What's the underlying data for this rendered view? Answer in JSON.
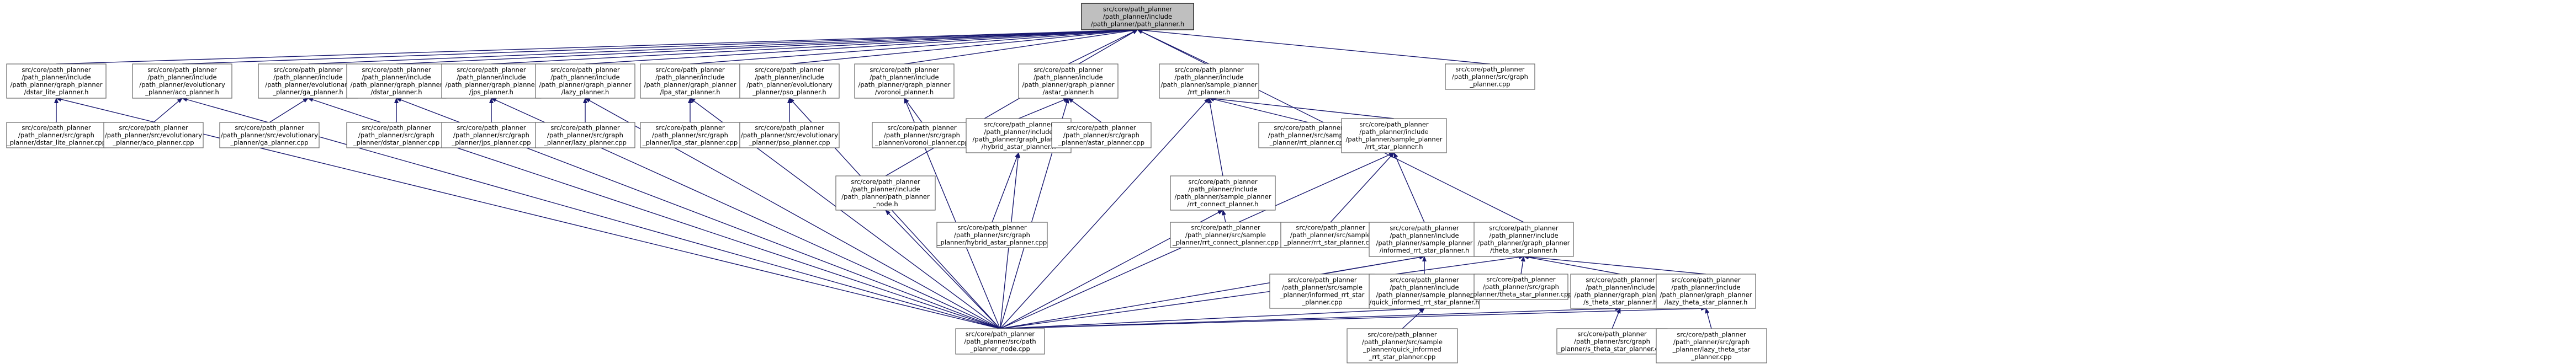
{
  "colors": {
    "edge": "#191970",
    "node_border": "#666666",
    "root_fill": "#bfbfbf",
    "node_fill": "#ffffff"
  },
  "nodes": {
    "root": [
      "src/core/path_planner",
      "/path_planner/include",
      "/path_planner/path_planner.h"
    ],
    "dstar_lite_h": [
      "src/core/path_planner",
      "/path_planner/include",
      "/path_planner/graph_planner",
      "/dstar_lite_planner.h"
    ],
    "aco_h": [
      "src/core/path_planner",
      "/path_planner/include",
      "/path_planner/evolutionary",
      "_planner/aco_planner.h"
    ],
    "ga_h": [
      "src/core/path_planner",
      "/path_planner/include",
      "/path_planner/evolutionary",
      "_planner/ga_planner.h"
    ],
    "dstar_h": [
      "src/core/path_planner",
      "/path_planner/include",
      "/path_planner/graph_planner",
      "/dstar_planner.h"
    ],
    "jps_h": [
      "src/core/path_planner",
      "/path_planner/include",
      "/path_planner/graph_planner",
      "/jps_planner.h"
    ],
    "lazy_h": [
      "src/core/path_planner",
      "/path_planner/include",
      "/path_planner/graph_planner",
      "/lazy_planner.h"
    ],
    "lpa_h": [
      "src/core/path_planner",
      "/path_planner/include",
      "/path_planner/graph_planner",
      "/lpa_star_planner.h"
    ],
    "pso_h": [
      "src/core/path_planner",
      "/path_planner/include",
      "/path_planner/evolutionary",
      "_planner/pso_planner.h"
    ],
    "voronoi_h": [
      "src/core/path_planner",
      "/path_planner/include",
      "/path_planner/graph_planner",
      "/voronoi_planner.h"
    ],
    "astar_h": [
      "src/core/path_planner",
      "/path_planner/include",
      "/path_planner/graph_planner",
      "/astar_planner.h"
    ],
    "rrt_h": [
      "src/core/path_planner",
      "/path_planner/include",
      "/path_planner/sample_planner",
      "/rrt_planner.h"
    ],
    "graph_planner_cpp": [
      "src/core/path_planner",
      "/path_planner/src/graph",
      "_planner.cpp"
    ],
    "dstar_lite_cpp": [
      "src/core/path_planner",
      "/path_planner/src/graph",
      "_planner/dstar_lite_planner.cpp"
    ],
    "aco_cpp": [
      "src/core/path_planner",
      "/path_planner/src/evolutionary",
      "_planner/aco_planner.cpp"
    ],
    "ga_cpp": [
      "src/core/path_planner",
      "/path_planner/src/evolutionary",
      "_planner/ga_planner.cpp"
    ],
    "dstar_cpp": [
      "src/core/path_planner",
      "/path_planner/src/graph",
      "_planner/dstar_planner.cpp"
    ],
    "jps_cpp": [
      "src/core/path_planner",
      "/path_planner/src/graph",
      "_planner/jps_planner.cpp"
    ],
    "lazy_cpp": [
      "src/core/path_planner",
      "/path_planner/src/graph",
      "_planner/lazy_planner.cpp"
    ],
    "lpa_cpp": [
      "src/core/path_planner",
      "/path_planner/src/graph",
      "_planner/lpa_star_planner.cpp"
    ],
    "pso_cpp": [
      "src/core/path_planner",
      "/path_planner/src/evolutionary",
      "_planner/pso_planner.cpp"
    ],
    "voronoi_cpp": [
      "src/core/path_planner",
      "/path_planner/src/graph",
      "_planner/voronoi_planner.cpp"
    ],
    "hybrid_h": [
      "src/core/path_planner",
      "/path_planner/include",
      "/path_planner/graph_planner",
      "/hybrid_astar_planner.h"
    ],
    "astar_cpp": [
      "src/core/path_planner",
      "/path_planner/src/graph",
      "_planner/astar_planner.cpp"
    ],
    "rrt_cpp": [
      "src/core/path_planner",
      "/path_planner/src/sample",
      "_planner/rrt_planner.cpp"
    ],
    "rrt_star_h": [
      "src/core/path_planner",
      "/path_planner/include",
      "/path_planner/sample_planner",
      "/rrt_star_planner.h"
    ],
    "rrt_connect_h": [
      "src/core/path_planner",
      "/path_planner/include",
      "/path_planner/sample_planner",
      "/rrt_connect_planner.h"
    ],
    "path_planner_node_h": [
      "src/core/path_planner",
      "/path_planner/include",
      "/path_planner/path_planner",
      "_node.h"
    ],
    "hybrid_cpp": [
      "src/core/path_planner",
      "/path_planner/src/graph",
      "_planner/hybrid_astar_planner.cpp"
    ],
    "rrt_connect_cpp": [
      "src/core/path_planner",
      "/path_planner/src/sample",
      "_planner/rrt_connect_planner.cpp"
    ],
    "rrt_star_cpp": [
      "src/core/path_planner",
      "/path_planner/src/sample",
      "_planner/rrt_star_planner.cpp"
    ],
    "informed_h": [
      "src/core/path_planner",
      "/path_planner/include",
      "/path_planner/sample_planner",
      "/informed_rrt_star_planner.h"
    ],
    "theta_h": [
      "src/core/path_planner",
      "/path_planner/include",
      "/path_planner/graph_planner",
      "/theta_star_planner.h"
    ],
    "informed_cpp": [
      "src/core/path_planner",
      "/path_planner/src/sample",
      "_planner/informed_rrt_star",
      "_planner.cpp"
    ],
    "quick_h": [
      "src/core/path_planner",
      "/path_planner/include",
      "/path_planner/sample_planner",
      "/quick_informed_rrt_star_planner.h"
    ],
    "theta_cpp": [
      "src/core/path_planner",
      "/path_planner/src/graph",
      "_planner/theta_star_planner.cpp"
    ],
    "s_theta_h": [
      "src/core/path_planner",
      "/path_planner/include",
      "/path_planner/graph_planner",
      "/s_theta_star_planner.h"
    ],
    "lazy_theta_h": [
      "src/core/path_planner",
      "/path_planner/include",
      "/path_planner/graph_planner",
      "/lazy_theta_star_planner.h"
    ],
    "node_cpp": [
      "src/core/path_planner",
      "/path_planner/src/path",
      "_planner_node.cpp"
    ],
    "quick_cpp": [
      "src/core/path_planner",
      "/path_planner/src/sample",
      "_planner/quick_informed",
      "_rrt_star_planner.cpp"
    ],
    "s_theta_cpp": [
      "src/core/path_planner",
      "/path_planner/src/graph",
      "_planner/s_theta_star_planner.cpp"
    ],
    "lazy_theta_cpp": [
      "src/core/path_planner",
      "/path_planner/src/graph",
      "_planner/lazy_theta_star",
      "_planner.cpp"
    ]
  }
}
